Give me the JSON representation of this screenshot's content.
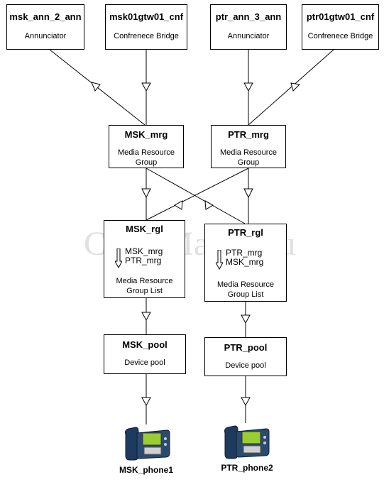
{
  "watermark": "CiscoMaster.ru",
  "annunciators": [
    {
      "title": "msk_ann_2_ann",
      "subtitle": "Annunciator"
    },
    {
      "title": "msk01gtw01_cnf",
      "subtitle": "Confrenece Bridge"
    },
    {
      "title": "ptr_ann_3_ann",
      "subtitle": "Annunciator"
    },
    {
      "title": "ptr01gtw01_cnf",
      "subtitle": "Confrenece Bridge"
    }
  ],
  "mrg": [
    {
      "title": "MSK_mrg",
      "subtitle": "Media Resource Group"
    },
    {
      "title": "PTR_mrg",
      "subtitle": "Media Resource Group"
    }
  ],
  "rgl": [
    {
      "title": "MSK_rgl",
      "list": [
        "MSK_mrg",
        "PTR_mrg"
      ],
      "subtitle": "Media Resource Group List"
    },
    {
      "title": "PTR_rgl",
      "list": [
        "PTR_mrg",
        "MSK_mrg"
      ],
      "subtitle": "Media Resource Group List"
    }
  ],
  "pools": [
    {
      "title": "MSK_pool",
      "subtitle": "Device pool"
    },
    {
      "title": "PTR_pool",
      "subtitle": "Device pool"
    }
  ],
  "phones": [
    {
      "label": "MSK_phone1"
    },
    {
      "label": "PTR_phone2"
    }
  ],
  "colors": {
    "line": "#000000",
    "phone_body": "#1f3a5f",
    "phone_screen": "#9acd32"
  }
}
